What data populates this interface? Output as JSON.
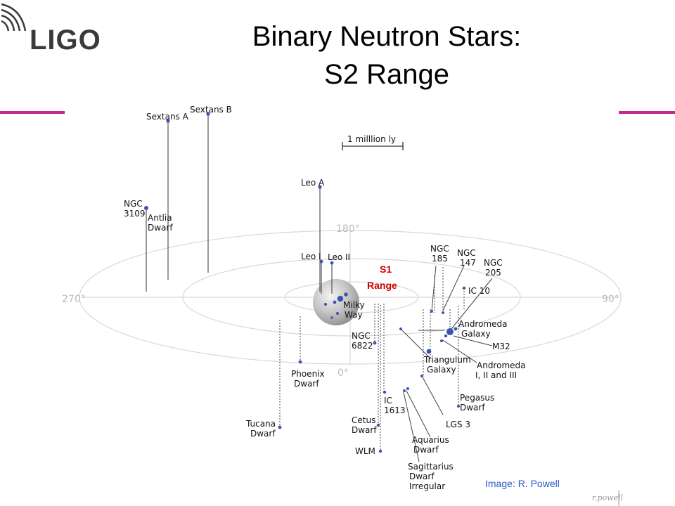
{
  "logo": {
    "text": "LIGO"
  },
  "title": {
    "line1": "Binary Neutron Stars:",
    "line2": "S2 Range"
  },
  "scale_label": "1 milllion ly",
  "degree_labels": {
    "top": "180°",
    "left": "270°",
    "right": "90°",
    "bottom": "0°"
  },
  "s1_label": {
    "line1": "S1",
    "line2": "Range"
  },
  "galaxies": {
    "sextans_a": "Sextans A",
    "sextans_b": "Sextans B",
    "leo_a": "Leo A",
    "ngc3109_1": "NGC",
    "ngc3109_2": "3109",
    "antlia_1": "Antlia",
    "antlia_2": "Dwarf",
    "leo_i": "Leo I",
    "leo_ii": "Leo II",
    "ngc185_1": "NGC",
    "ngc185_2": "185",
    "ngc147_1": "NGC",
    "ngc147_2": "147",
    "ngc205_1": "NGC",
    "ngc205_2": "205",
    "ic10": "IC 10",
    "milky_1": "Milky",
    "milky_2": "Way",
    "andromeda_1": "Andromeda",
    "andromeda_2": "Galaxy",
    "m32": "M32",
    "ngc6822_1": "NGC",
    "ngc6822_2": "6822",
    "triangulum_1": "Triangulum",
    "triangulum_2": "Galaxy",
    "andromeda3_1": "Andromeda",
    "andromeda3_2": "I, II and III",
    "phoenix_1": "Phoenix",
    "phoenix_2": "Dwarf",
    "ic1613_1": "IC",
    "ic1613_2": "1613",
    "pegasus_1": "Pegasus",
    "pegasus_2": "Dwarf",
    "lgs3": "LGS 3",
    "tucana_1": "Tucana",
    "tucana_2": "Dwarf",
    "cetus_1": "Cetus",
    "cetus_2": "Dwarf",
    "aquarius_1": "Aquarius",
    "aquarius_2": "Dwarf",
    "wlm": "WLM",
    "sagittarius_1": "Sagittarius",
    "sagittarius_2": "Dwarf",
    "sagittarius_3": "Irregular"
  },
  "signature": "r.powell",
  "credit": "Image: R. Powell",
  "colors": {
    "accent_rule": "#c8288c",
    "s1_text": "#cc0000",
    "credit_text": "#2a58c8",
    "galaxy_dot": "#3a55b0"
  }
}
